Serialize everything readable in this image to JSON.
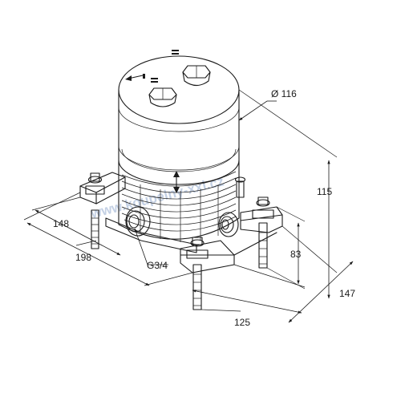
{
  "dimensions": {
    "diameter": "Ø 116",
    "height_total": "115",
    "height_body": "83",
    "width_front": "148",
    "width_front_outer": "198",
    "depth": "125",
    "depth_outer": "147"
  },
  "thread_label": "G3/4",
  "watermark": "www.koupelny-xxl.cz"
}
